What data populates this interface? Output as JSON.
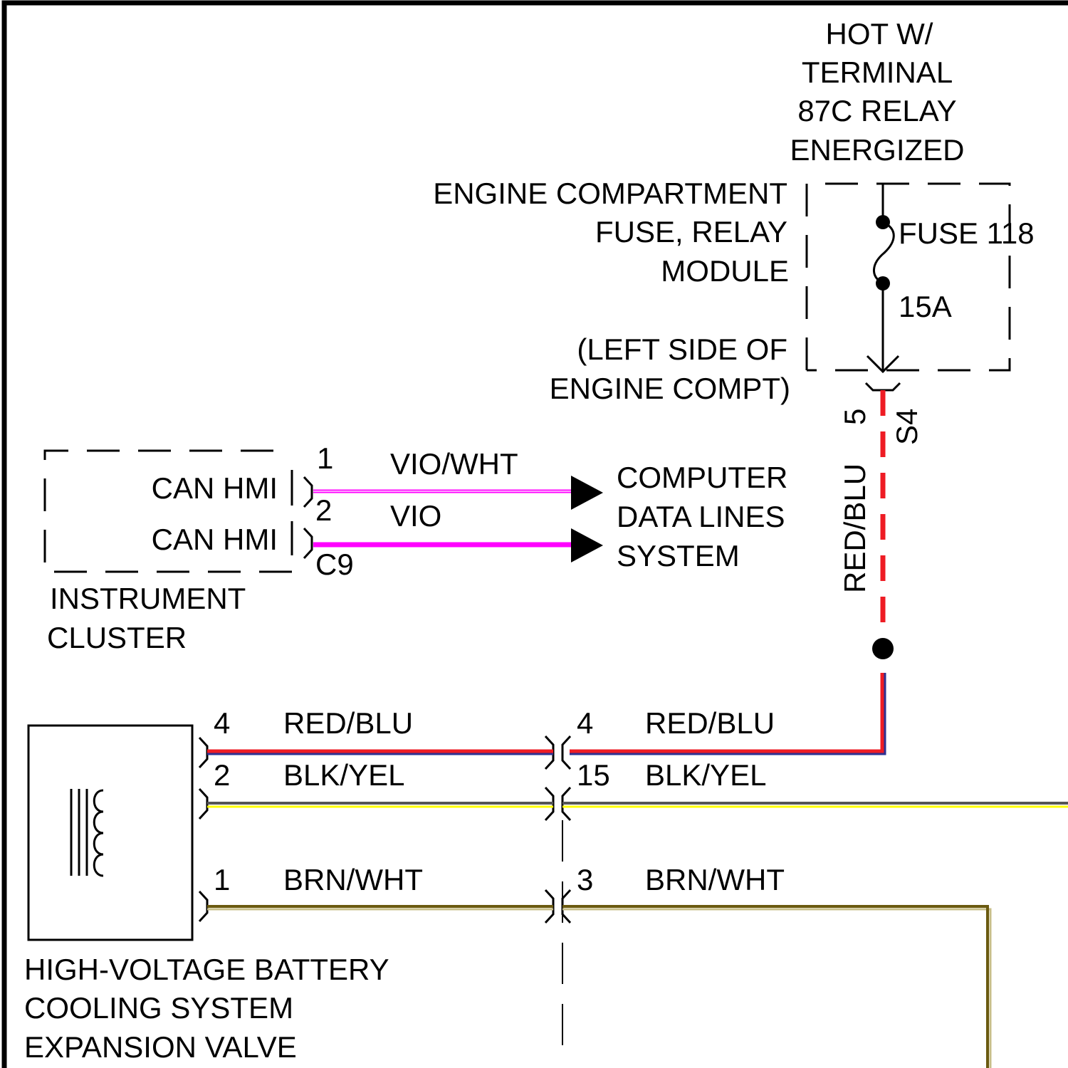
{
  "hot_label": [
    "HOT W/",
    "TERMINAL",
    "87C RELAY",
    "ENERGIZED"
  ],
  "fuse_module": {
    "name": [
      "ENGINE COMPARTMENT",
      "FUSE, RELAY",
      "MODULE"
    ],
    "location": [
      "(LEFT SIDE OF",
      "ENGINE COMPT)"
    ],
    "fuse_label": "FUSE 118",
    "fuse_rating": "15A",
    "connector": "S4",
    "pin": "5"
  },
  "vertical_wire": {
    "color_label": "RED/BLU"
  },
  "instrument_cluster": {
    "name": [
      "INSTRUMENT",
      "CLUSTER"
    ],
    "connector": "C9",
    "terminals": [
      {
        "label": "CAN HMI",
        "pin": "1",
        "wire": "VIO/WHT"
      },
      {
        "label": "CAN HMI",
        "pin": "2",
        "wire": "VIO"
      }
    ]
  },
  "data_lines": [
    "COMPUTER",
    "DATA LINES",
    "SYSTEM"
  ],
  "valve": {
    "name": [
      "HIGH-VOLTAGE BATTERY",
      "COOLING SYSTEM",
      "EXPANSION VALVE"
    ],
    "left_wires": [
      {
        "pin": "4",
        "color": "RED/BLU"
      },
      {
        "pin": "2",
        "color": "BLK/YEL"
      },
      {
        "pin": "1",
        "color": "BRN/WHT"
      }
    ],
    "right_wires": [
      {
        "pin": "4",
        "color": "RED/BLU"
      },
      {
        "pin": "15",
        "color": "BLK/YEL"
      },
      {
        "pin": "3",
        "color": "BRN/WHT"
      }
    ]
  },
  "colors": {
    "violet": "#ff00ff",
    "red": "#ee1c24",
    "blue": "#2e3192",
    "yellow": "#ffff00",
    "gray": "#555555",
    "brown": "#6b5a10",
    "tan": "#c8bf8a"
  }
}
